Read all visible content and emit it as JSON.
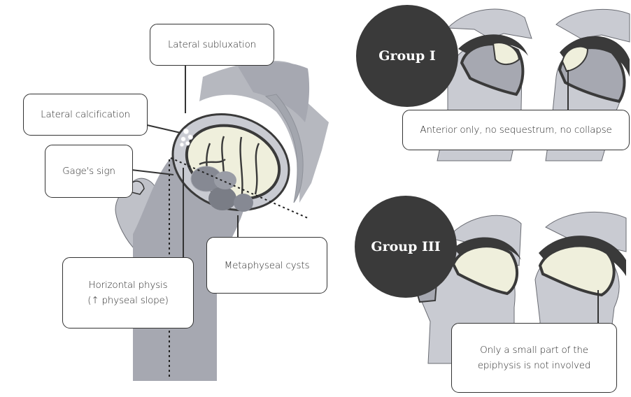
{
  "left_figure": {
    "labels": {
      "lateral_subluxation": "Lateral subluxation",
      "lateral_calcification": "Lateral calcification",
      "gages_sign": "Gage's sign",
      "horizontal_physis_line1": "Horizontal physis",
      "horizontal_physis_line2": "(↑ physeal slope)",
      "metaphyseal_cysts": "Metaphyseal cysts"
    }
  },
  "group_1": {
    "badge": "Group I",
    "caption": "Anterior only, no sequestrum, no collapse"
  },
  "group_3": {
    "badge": "Group III",
    "caption_line1": "Only a small part of the",
    "caption_line2": "epiphysis is not involved"
  },
  "colors": {
    "bone_fill": "#c9cbd2",
    "bone_dark": "#a6a8b1",
    "acetabulum_fill": "#a3a6ae",
    "epiphysis_fill": "#efefdc",
    "outline": "#3a3a3a",
    "cyst_fill": "#8c8f98",
    "badge": "#3a3a3a"
  }
}
